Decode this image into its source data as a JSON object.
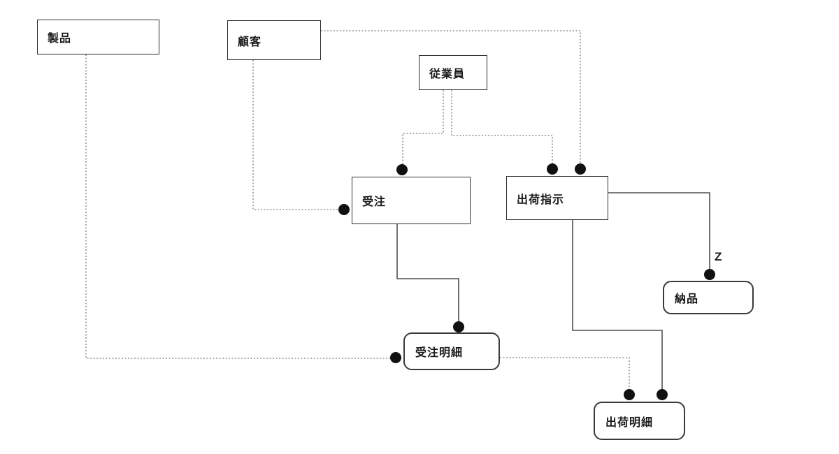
{
  "diagram": {
    "type": "entity-relationship-diagram",
    "entities": [
      {
        "id": "product",
        "label": "製品",
        "shape": "rectangle"
      },
      {
        "id": "customer",
        "label": "顧客",
        "shape": "rectangle"
      },
      {
        "id": "employee",
        "label": "従業員",
        "shape": "rectangle"
      },
      {
        "id": "order",
        "label": "受注",
        "shape": "rectangle"
      },
      {
        "id": "shipping-instruction",
        "label": "出荷指示",
        "shape": "rectangle"
      },
      {
        "id": "delivery",
        "label": "納品",
        "shape": "rounded"
      },
      {
        "id": "order-detail",
        "label": "受注明細",
        "shape": "rounded"
      },
      {
        "id": "shipping-detail",
        "label": "出荷明細",
        "shape": "rounded"
      }
    ],
    "annotations": {
      "z_label": "Z"
    },
    "connections": [
      {
        "from": "product",
        "to": "order-detail",
        "style": "dotted",
        "end_marker": "filled-dot"
      },
      {
        "from": "customer",
        "to": "order",
        "style": "dotted",
        "end_marker": "filled-dot"
      },
      {
        "from": "customer",
        "to": "shipping-instruction",
        "style": "dotted",
        "end_marker": "filled-dot"
      },
      {
        "from": "employee",
        "to": "order",
        "style": "dotted",
        "end_marker": "filled-dot"
      },
      {
        "from": "employee",
        "to": "shipping-instruction",
        "style": "dotted",
        "end_marker": "filled-dot"
      },
      {
        "from": "order",
        "to": "order-detail",
        "style": "solid",
        "end_marker": "filled-dot"
      },
      {
        "from": "shipping-instruction",
        "to": "delivery",
        "style": "solid",
        "end_marker": "filled-dot",
        "annotation": "Z"
      },
      {
        "from": "shipping-instruction",
        "to": "shipping-detail",
        "style": "solid",
        "end_marker": "filled-dot"
      },
      {
        "from": "order-detail",
        "to": "shipping-detail",
        "style": "dotted",
        "end_marker": "filled-dot"
      }
    ],
    "colors": {
      "background": "#ffffff",
      "box_border": "#2e2e2e",
      "solid_line": "#4f4f4f",
      "dotted_line": "#7a7a7a",
      "dot_fill": "#111111",
      "text": "#1a1a1a"
    }
  }
}
